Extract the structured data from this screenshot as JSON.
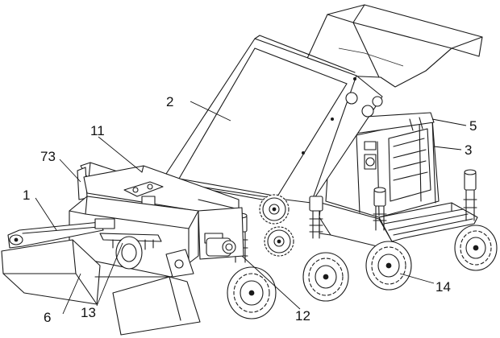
{
  "labels": {
    "n1": "1",
    "n2": "2",
    "n3": "3",
    "n5": "5",
    "n6": "6",
    "n11": "11",
    "n12": "12",
    "n13": "13",
    "n14": "14",
    "n73": "73"
  }
}
